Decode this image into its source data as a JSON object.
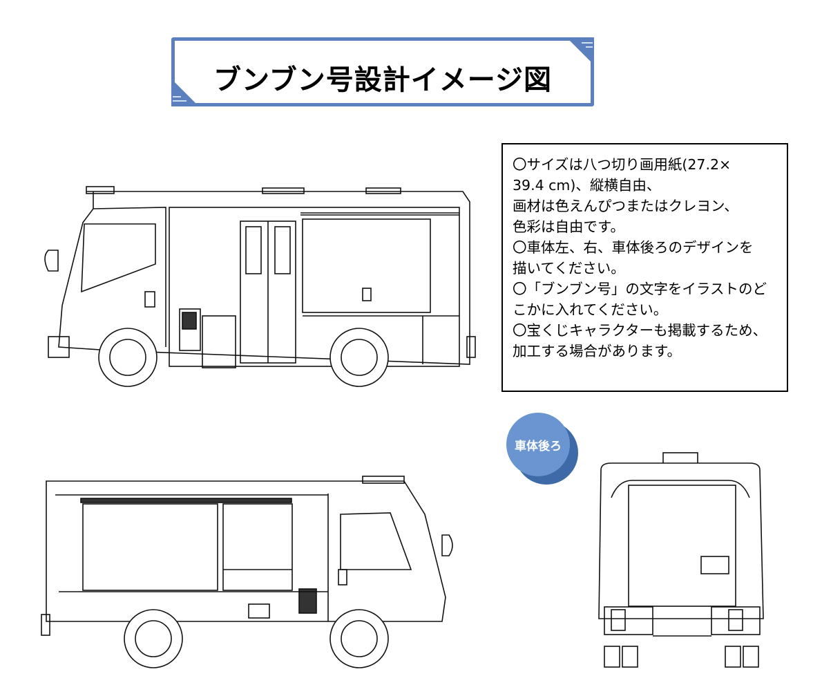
{
  "title": "ブンブン号設計イメージ図",
  "notes": [
    "〇サイズは八つ切り画用紙(27.2×",
    "39.4 cm)、縦横自由、",
    "画材は色えんぴつまたはクレヨン、",
    "色彩は自由です。",
    "〇車体左、右、車体後ろのデザインを",
    "描いてください。",
    "〇「ブンブン号」の文字をイラストのど",
    "こかに入れてください。",
    "〇宝くじキャラクターも掲載するため、",
    "加工する場合があります。"
  ],
  "rear_badge": "車体後ろ",
  "colors": {
    "banner_border": "#5b80bd",
    "badge_front": "#6a95d0",
    "badge_back": "#3f6aa8"
  }
}
